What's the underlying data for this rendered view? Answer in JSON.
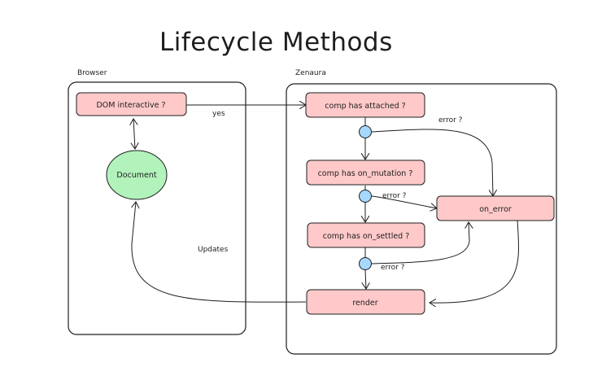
{
  "title": "Lifecycle Methods",
  "frames": {
    "browser": "Browser",
    "zenaura": "Zenaura"
  },
  "nodes": {
    "dom_interactive": "DOM interactive ?",
    "document": "Document",
    "comp_attached": "comp has attached ?",
    "comp_mutation": "comp has on_mutation ?",
    "comp_settled": "comp has on_settled ?",
    "render": "render",
    "on_error": "on_error"
  },
  "edge_labels": {
    "yes": "yes",
    "error_1": "error ?",
    "error_2": "error ?",
    "error_3": "error ?",
    "updates": "Updates"
  },
  "colors": {
    "process": "#ffc9c9",
    "document": "#b2f2bb",
    "decision": "#a5d8ff",
    "stroke": "#1e1e1e"
  }
}
